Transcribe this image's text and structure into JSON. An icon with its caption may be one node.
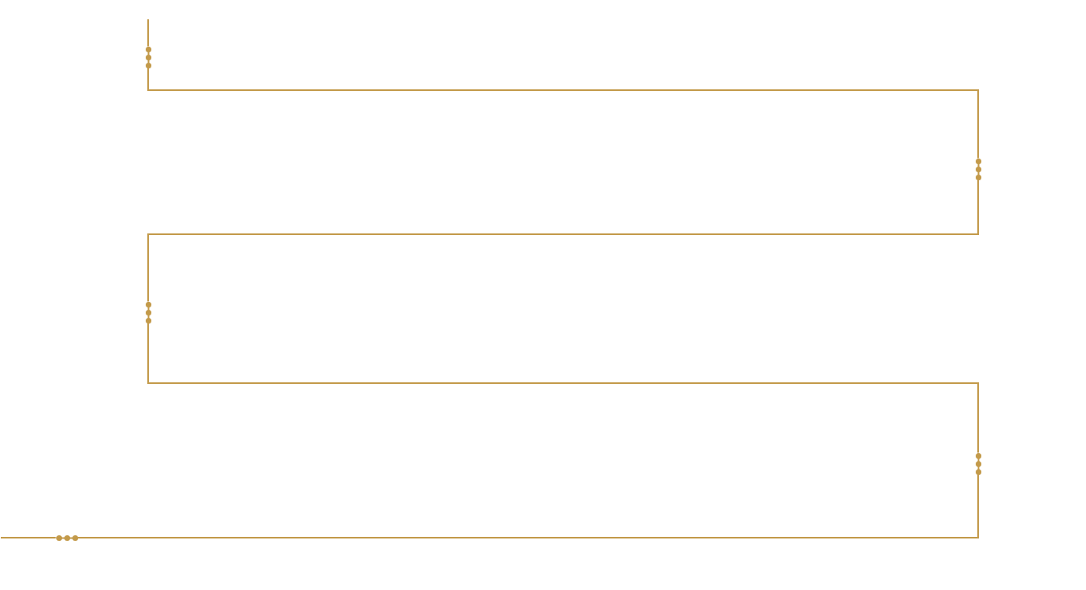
{
  "diagram": {
    "nodes": [
      {
        "text": [],
        "shape": "dots"
      },
      {
        "text": [],
        "shape": "dots"
      },
      {
        "text": [],
        "shape": "dots"
      },
      {
        "text": [],
        "shape": "dots"
      },
      {
        "text": [],
        "shape": "dots"
      }
    ],
    "edges": [
      {
        "from": null,
        "to": 0,
        "arrow": "none"
      },
      {
        "from": 0,
        "to": 1,
        "arrow": "none"
      },
      {
        "from": 1,
        "to": 2,
        "arrow": "none"
      },
      {
        "from": 2,
        "to": 3,
        "arrow": "none"
      },
      {
        "from": 3,
        "to": 4,
        "arrow": "none"
      },
      {
        "from": 4,
        "to": null,
        "arrow": "none"
      }
    ]
  }
}
